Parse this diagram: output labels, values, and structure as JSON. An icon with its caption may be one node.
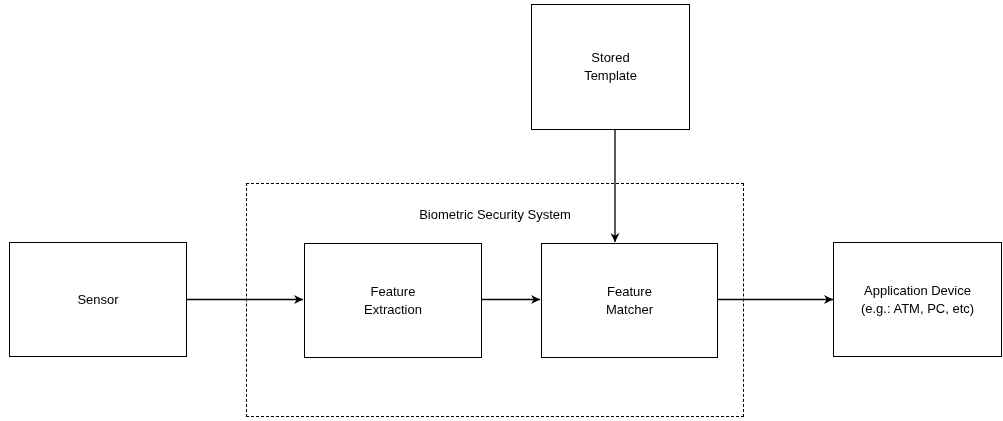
{
  "diagram": {
    "nodes": [
      {
        "text": [
          "Stored Template"
        ]
      },
      {
        "text": [
          "Biometric Security System"
        ]
      },
      {
        "text": [
          "Sensor"
        ]
      },
      {
        "text": [
          "Feature Extraction"
        ],
        "in": 1
      },
      {
        "text": [
          "Feature Matcher"
        ],
        "in": 1
      },
      {
        "text": [
          "Application Device (e.g.: ATM, PC, etc)"
        ]
      }
    ],
    "edges": [
      {
        "from": 2,
        "to": 3,
        "arrow": "to"
      },
      {
        "from": 3,
        "to": 4,
        "arrow": "to"
      },
      {
        "from": 4,
        "to": 5,
        "arrow": "to"
      },
      {
        "from": 0,
        "to": 4,
        "arrow": "to"
      }
    ]
  }
}
